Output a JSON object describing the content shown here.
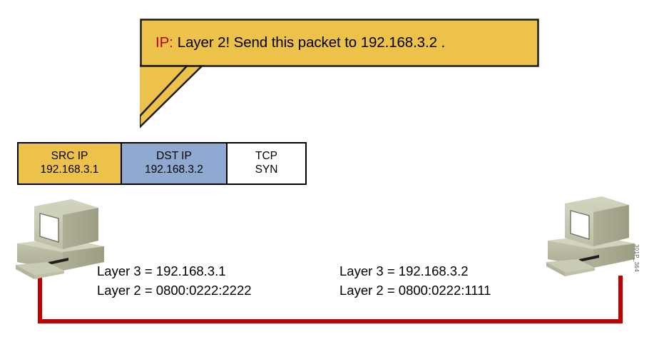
{
  "figure": {
    "watermark": "301P_364",
    "accent_red": "#C00000",
    "cable_color": "#C00000",
    "callout_fill": "#EDC24A",
    "src_fill": "#EDC24A",
    "dst_fill": "#8FA9D1",
    "tcp_fill": "#FFFFFF",
    "computer_body": "#C9CAB4"
  },
  "callout": {
    "prefix": "IP:",
    "message": "Layer 2! Send this packet to 192.168.3.2 ."
  },
  "packet": {
    "segments": [
      {
        "name": "src-ip",
        "title": "SRC IP",
        "value": "192.168.3.1"
      },
      {
        "name": "dst-ip",
        "title": "DST IP",
        "value": "192.168.3.2"
      },
      {
        "name": "tcp-syn",
        "title": "TCP",
        "value": "SYN"
      }
    ]
  },
  "hosts": {
    "left": {
      "layer3": "Layer 3 = 192.168.3.1",
      "layer2": "Layer 2 = 0800:0222:2222"
    },
    "right": {
      "layer3": "Layer 3 = 192.168.3.2",
      "layer2": "Layer 2 = 0800:0222:1111"
    }
  }
}
